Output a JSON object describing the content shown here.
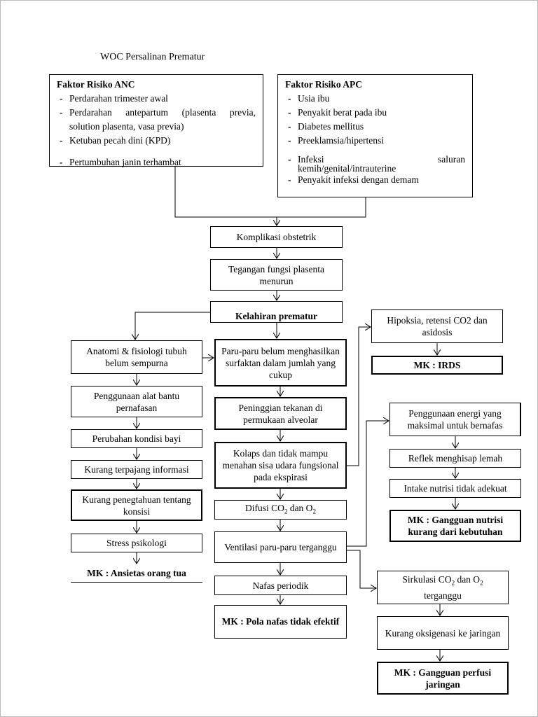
{
  "title": "WOC Persalinan Prematur",
  "anc": {
    "heading": "Faktor Risiko ANC",
    "items": [
      "Perdarahan trimester awal",
      "Perdarahan antepartum (plasenta previa,",
      "solution plasenta, vasa previa)",
      "Ketuban pecah dini (KPD)",
      "Pertumbuhan janin terhambat"
    ]
  },
  "apc": {
    "heading": "Faktor Risiko APC",
    "items": [
      "Usia ibu",
      "Penyakit berat pada ibu",
      "Diabetes mellitus",
      "Preeklamsia/hipertensi",
      "Infeksi saluran",
      "kemih/genital/intrauterine",
      "Penyakit infeksi dengan demam"
    ]
  },
  "center": {
    "komplikasi": "Komplikasi obstetrik",
    "tegangan": "Tegangan fungsi plasenta menurun",
    "kelahiran": "Kelahiran prematur",
    "paru": "Paru-paru belum menghasilkan surfaktan dalam jumlah yang cukup",
    "peninggian": "Peninggian tekanan di permukaan alveolar",
    "kolaps": "Kolaps dan tidak mampu menahan sisa udara fungsional pada ekspirasi",
    "difusi_a": "Difusi CO",
    "difusi_b": " dan O",
    "sub2": "2",
    "ventilasi": "Ventilasi paru-paru terganggu",
    "nafas": "Nafas periodik",
    "mk_pola": "MK : Pola nafas tidak efektif"
  },
  "left": {
    "anatomi": "Anatomi & fisiologi tubuh belum sempurna",
    "alat": "Penggunaan alat bantu pernafasan",
    "kondisi": "Perubahan kondisi bayi",
    "informasi": "Kurang terpajang informasi",
    "pengetahuan": "Kurang penegtahuan tentang konsisi",
    "stress": "Stress psikologi",
    "mk_ansietas": "MK : Ansietas orang tua"
  },
  "right": {
    "hipoksia": "Hipoksia, retensi CO2  dan asidosis",
    "mk_irds": "MK : IRDS",
    "energi": "Penggunaan energi yang maksimal untuk bernafas",
    "reflek": "Reflek menghisap lemah",
    "intake": "Intake nutrisi tidak adekuat",
    "mk_nutrisi": "MK : Gangguan nutrisi kurang dari kebutuhan",
    "sirkulasi_a": "Sirkulasi CO",
    "sirkulasi_b": " dan O",
    "sirkulasi_c": " terganggu",
    "oksigenasi": "Kurang oksigenasi ke jaringan",
    "mk_perfusi": "MK : Gangguan perfusi jaringan"
  }
}
